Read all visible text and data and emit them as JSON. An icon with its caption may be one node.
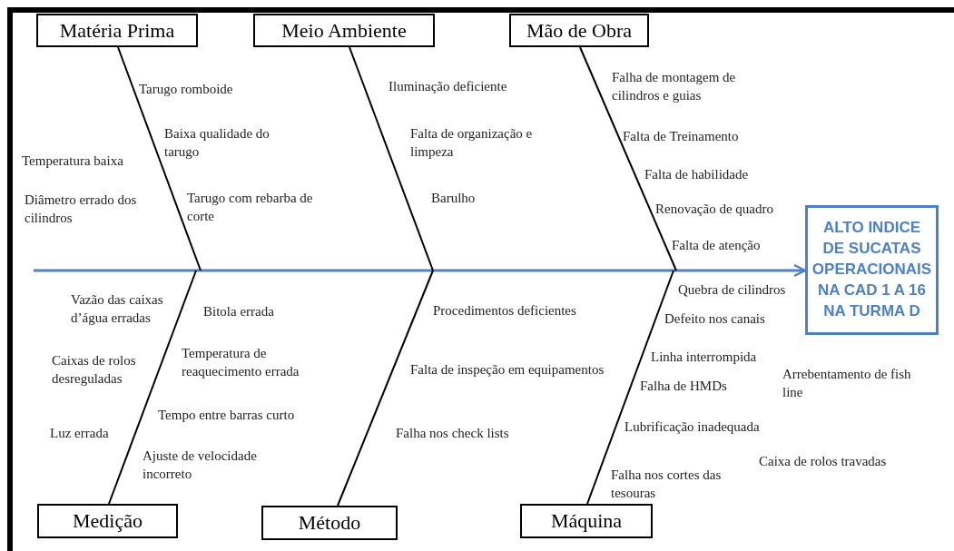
{
  "diagram": {
    "nodes": [
      {
        "text": [
          "Matéria Prima"
        ]
      },
      {
        "text": [
          "Meio Ambiente"
        ]
      },
      {
        "text": [
          "Mão de Obra"
        ]
      },
      {
        "text": [
          "ALTO INDICE DE SUCATAS OPERACIONAIS NA CAD 1 A 16 NA TURMA D"
        ]
      },
      {
        "text": [
          "Medição"
        ]
      },
      {
        "text": [
          "Método"
        ]
      },
      {
        "text": [
          "Máquina"
        ]
      }
    ],
    "edges": [
      {
        "from": null,
        "to": 3,
        "arrow": "to",
        "color": "#4f81bd"
      },
      {
        "from": 0,
        "to": null,
        "arrow": "none"
      },
      {
        "from": 1,
        "to": null,
        "arrow": "none"
      },
      {
        "from": 2,
        "to": null,
        "arrow": "none"
      },
      {
        "from": 4,
        "to": null,
        "arrow": "none"
      },
      {
        "from": 5,
        "to": null,
        "arrow": "none"
      },
      {
        "from": 6,
        "to": null,
        "arrow": "none"
      }
    ],
    "labels": [
      "Tarugo romboide",
      "Baixa qualidade do tarugo",
      "Temperatura baixa",
      "Diâmetro errado dos cilindros",
      "Tarugo com rebarba de corte",
      "Iluminação deficiente",
      "Falta de organização e limpeza",
      "Barulho",
      "Falha de montagem de cilindros e guias",
      "Falta de Treinamento",
      "Falta de habilidade",
      "Renovação de quadro",
      "Falta de atenção",
      "Vazão das caixas d’água erradas",
      "Bitola errada",
      "Caixas de rolos desreguladas",
      "Temperatura de reaquecimento errada",
      "Tempo entre barras curto",
      "Luz errada",
      "Ajuste de velocidade incorreto",
      "Procedimentos deficientes",
      "Falta de inspeção em equipamentos",
      "Falha nos check lists",
      "Quebra de cilindros",
      "Defeito nos canais",
      "Linha interrompida",
      "Falha de HMDs",
      "Arrebentamento de fish line",
      "Lubrificação inadequada",
      "Caixa de rolos travadas",
      "Falha nos cortes das tesouras"
    ]
  }
}
